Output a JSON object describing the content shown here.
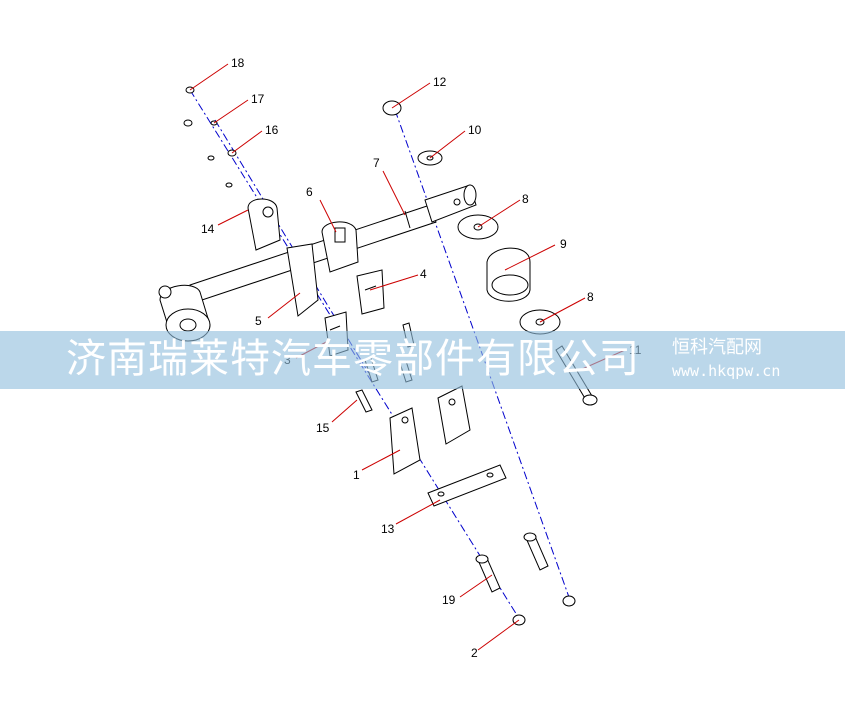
{
  "callouts": [
    "18",
    "17",
    "16",
    "12",
    "10",
    "7",
    "6",
    "14",
    "8",
    "9",
    "4",
    "5",
    "3",
    "11",
    "15",
    "1",
    "13",
    "19",
    "2"
  ],
  "watermark": {
    "company": "济南瑞莱特汽车零部件有限公司",
    "site_name": "恒科汽配网",
    "site_url": "www.hkqpw.cn"
  },
  "colors": {
    "line": "#000000",
    "leader": "#cc0000",
    "axis": "#0000cc",
    "watermark_band": "#92bedd"
  }
}
